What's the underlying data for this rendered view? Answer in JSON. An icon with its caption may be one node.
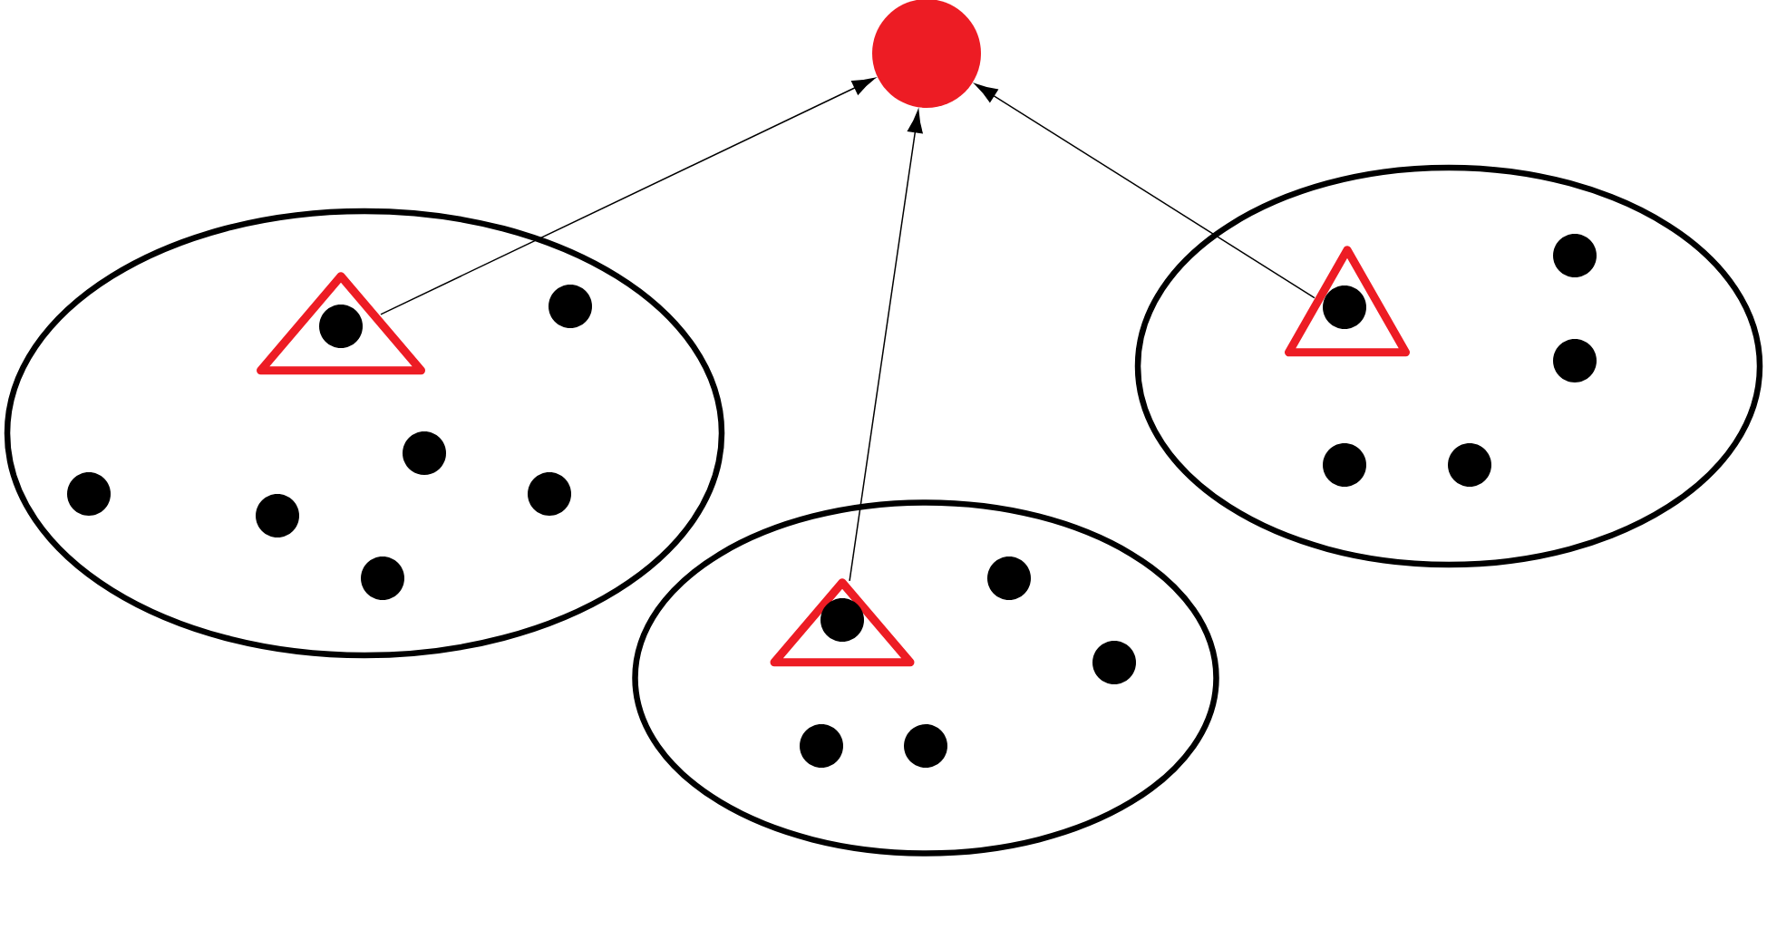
{
  "diagram": {
    "nodes": [
      {
        "text": [],
        "shape": "circle"
      },
      {
        "text": [],
        "shape": "ellipse"
      },
      {
        "text": [],
        "shape": "triangle",
        "in": 1
      },
      {
        "text": [],
        "shape": "dot",
        "in": 2
      },
      {
        "text": [],
        "shape": "dot",
        "in": 1
      },
      {
        "text": [],
        "shape": "dot",
        "in": 1
      },
      {
        "text": [],
        "shape": "dot",
        "in": 1
      },
      {
        "text": [],
        "shape": "dot",
        "in": 1
      },
      {
        "text": [],
        "shape": "dot",
        "in": 1
      },
      {
        "text": [],
        "shape": "dot",
        "in": 1
      },
      {
        "text": [],
        "shape": "ellipse"
      },
      {
        "text": [],
        "shape": "triangle",
        "in": 10
      },
      {
        "text": [],
        "shape": "dot",
        "in": 11
      },
      {
        "text": [],
        "shape": "dot",
        "in": 10
      },
      {
        "text": [],
        "shape": "dot",
        "in": 10
      },
      {
        "text": [],
        "shape": "dot",
        "in": 10
      },
      {
        "text": [],
        "shape": "dot",
        "in": 10
      },
      {
        "text": [],
        "shape": "ellipse"
      },
      {
        "text": [],
        "shape": "triangle",
        "in": 17
      },
      {
        "text": [],
        "shape": "dot",
        "in": 18
      },
      {
        "text": [],
        "shape": "dot",
        "in": 17
      },
      {
        "text": [],
        "shape": "dot",
        "in": 17
      },
      {
        "text": [],
        "shape": "dot",
        "in": 17
      },
      {
        "text": [],
        "shape": "dot",
        "in": 17
      }
    ],
    "edges": [
      {
        "from": 2,
        "to": 0,
        "arrow": "to"
      },
      {
        "from": 11,
        "to": 0,
        "arrow": "to"
      },
      {
        "from": 18,
        "to": 0,
        "arrow": "to"
      }
    ]
  }
}
